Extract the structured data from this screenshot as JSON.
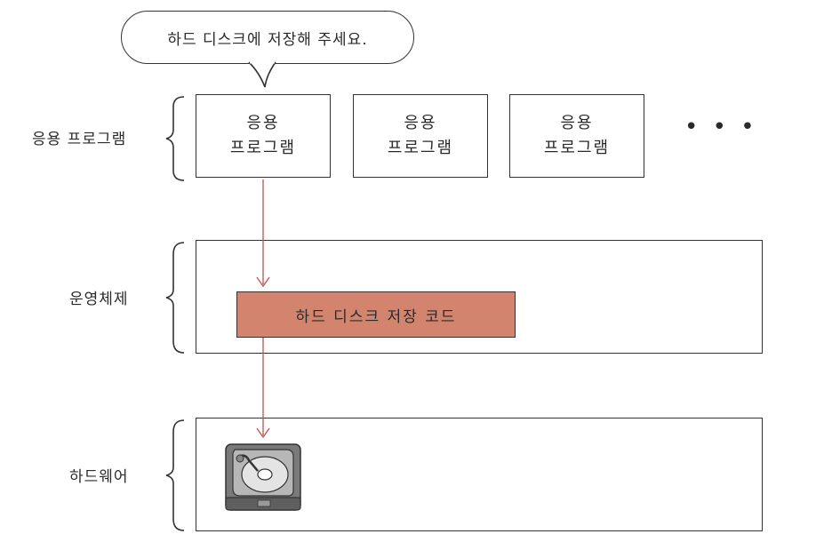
{
  "bubble": {
    "text": "하드 디스크에 저장해 주세요."
  },
  "layers": {
    "app": {
      "label": "응용 프로그램"
    },
    "os": {
      "label": "운영체제"
    },
    "hw": {
      "label": "하드웨어"
    }
  },
  "apps": [
    {
      "line1": "응용",
      "line2": "프로그램"
    },
    {
      "line1": "응용",
      "line2": "프로그램"
    },
    {
      "line1": "응용",
      "line2": "프로그램"
    }
  ],
  "more": "• • •",
  "os_code": {
    "label": "하드 디스크 저장 코드"
  },
  "icons": {
    "hardware": "hard-disk-icon"
  },
  "colors": {
    "code_fill": "#d3846f",
    "arrow": "#c0504d"
  }
}
